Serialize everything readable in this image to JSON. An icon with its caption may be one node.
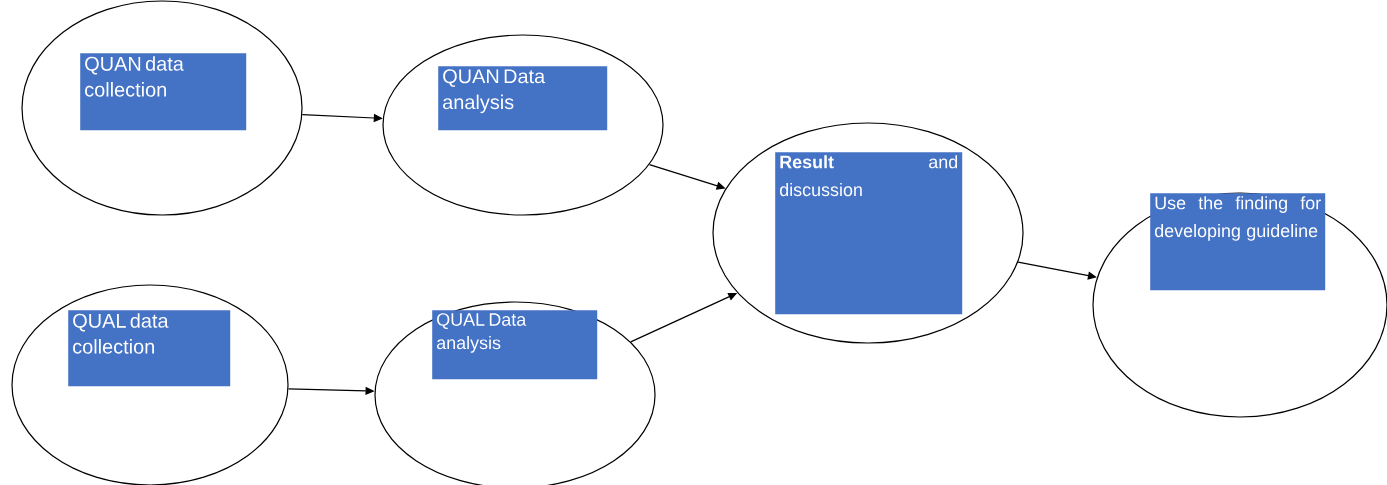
{
  "diagram": {
    "nodes": [
      {
        "text": [],
        "shape": "ellipse"
      },
      {
        "text": [
          "QUAN data collection"
        ],
        "in": 0
      },
      {
        "text": [],
        "shape": "ellipse"
      },
      {
        "text": [
          "QUAN Data analysis"
        ],
        "in": 2
      },
      {
        "text": [],
        "shape": "ellipse"
      },
      {
        "text": [
          "QUAL data collection"
        ],
        "in": 4
      },
      {
        "text": [],
        "shape": "ellipse"
      },
      {
        "text": [
          "QUAL Data analysis"
        ],
        "in": 6
      },
      {
        "text": [],
        "shape": "ellipse"
      },
      {
        "text": [
          "**Result** and discussion"
        ],
        "in": 8
      },
      {
        "text": [],
        "shape": "ellipse"
      },
      {
        "text": [
          "Use the finding for developing guideline"
        ],
        "in": 10
      }
    ],
    "edges": [
      {
        "from": 0,
        "to": 2,
        "arrow": "to"
      },
      {
        "from": 2,
        "to": 8,
        "arrow": "to"
      },
      {
        "from": 4,
        "to": 6,
        "arrow": "to"
      },
      {
        "from": 6,
        "to": 8,
        "arrow": "to"
      },
      {
        "from": 8,
        "to": 10,
        "arrow": "to"
      }
    ]
  }
}
